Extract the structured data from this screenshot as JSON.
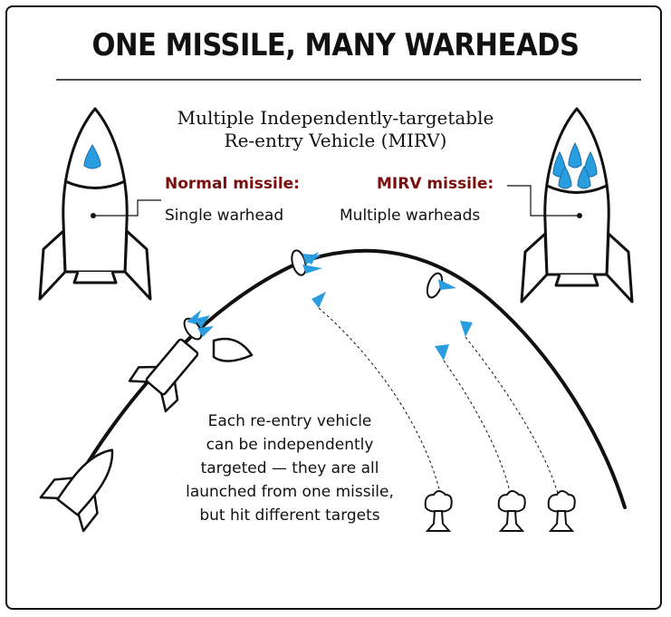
{
  "title": "ONE MISSILE, MANY WARHEADS",
  "subtitle": {
    "line1": "Multiple Independently-targetable",
    "line2": "Re-entry Vehicle (MIRV)"
  },
  "normal": {
    "heading": "Normal missile:",
    "description": "Single warhead"
  },
  "mirv": {
    "heading": "MIRV missile:",
    "description": "Multiple warheads"
  },
  "explanation": [
    "Each re-entry vehicle",
    "can be independently",
    "targeted — they are all",
    "launched from one missile,",
    "but hit different targets"
  ],
  "colors": {
    "accent_red": "#7a0d0d",
    "warhead_blue": "#2a9de0",
    "ink": "#111111"
  }
}
